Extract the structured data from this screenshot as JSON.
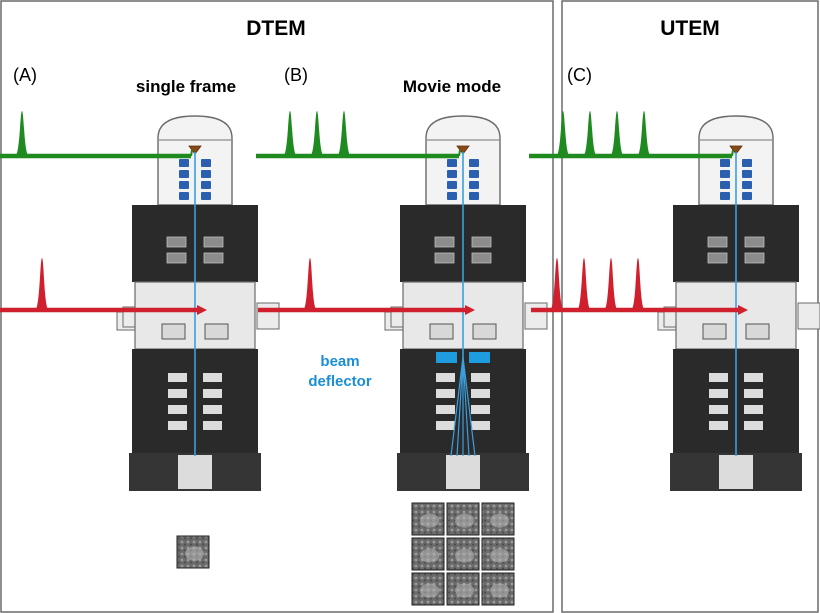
{
  "panels": {
    "dtem": {
      "title": "DTEM"
    },
    "utem": {
      "title": "UTEM"
    }
  },
  "subpanels": {
    "a": {
      "letter": "(A)",
      "caption": "single frame"
    },
    "b": {
      "letter": "(B)",
      "caption": "Movie mode",
      "deflector_label": [
        "beam",
        "deflector"
      ]
    },
    "c": {
      "letter": "(C)",
      "caption": ""
    }
  },
  "pulses": {
    "a": {
      "green": 1,
      "red": 1
    },
    "b": {
      "green": 3,
      "red": 1
    },
    "c": {
      "green": 4,
      "red": 4
    }
  },
  "detector_frames": {
    "a": {
      "rows": 1,
      "cols": 1
    },
    "b": {
      "rows": 3,
      "cols": 3
    }
  },
  "colors": {
    "green_laser": "#1f8a1f",
    "red_laser": "#d0202e",
    "beam": "#3aa0e0",
    "deflector": "#1f9be0",
    "lens_blue": "#2b5fb0",
    "column_dark": "#2a2a2a",
    "column_light": "#e8e8e8",
    "gun_bg": "#f3f3f3",
    "emitter": "#8a4a18"
  }
}
